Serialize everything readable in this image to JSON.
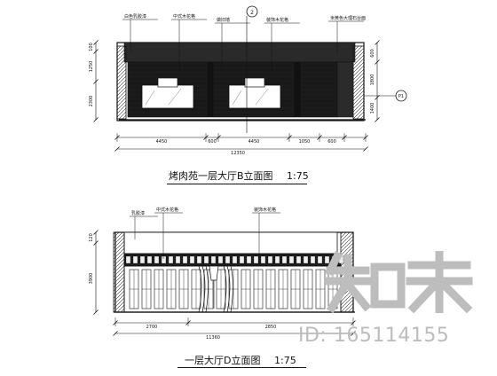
{
  "top_elevation": {
    "title": "烤肉苑一层大厅B立面图",
    "scale": "1:75",
    "callouts": [
      "白色乳胶漆",
      "中式木花格",
      "做旧墙",
      "装饰木花格",
      "米黄色大理石台面"
    ],
    "section_marker": "2",
    "side_marker": "P1",
    "dims_bottom": [
      "4450",
      "600",
      "4450",
      "1050",
      "600"
    ],
    "dims_total": "12350",
    "dims_left": [
      "100",
      "1250",
      "2300"
    ],
    "dims_right": [
      "600",
      "1800",
      "1400"
    ]
  },
  "bottom_elevation": {
    "title": "一层大厅D立面图",
    "scale": "1:75",
    "callouts": [
      "乳胶漆",
      "中式木花格",
      "装饰木花格"
    ],
    "dims_left": [
      "120",
      "3900"
    ],
    "dims_bottom": [
      "2700",
      "2850"
    ],
    "dims_total": "11360"
  },
  "watermark": {
    "logo_text": "知末",
    "id_text": "ID: 165114155"
  }
}
